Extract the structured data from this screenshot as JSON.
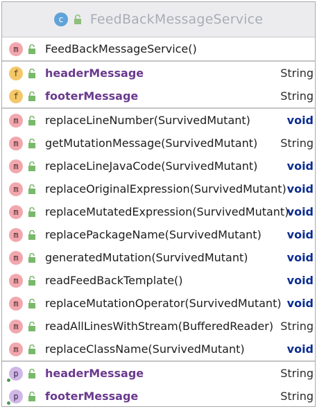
{
  "class_title": "FeedBackMessageService",
  "class_badge": "c",
  "constructors": [
    {
      "badge": "m",
      "name": "FeedBackMessageService()",
      "type": ""
    }
  ],
  "fields": [
    {
      "badge": "f",
      "name": "headerMessage",
      "type": "String"
    },
    {
      "badge": "f",
      "name": "footerMessage",
      "type": "String"
    }
  ],
  "methods": [
    {
      "badge": "m",
      "name": "replaceLineNumber(SurvivedMutant)",
      "type": "void"
    },
    {
      "badge": "m",
      "name": "getMutationMessage(SurvivedMutant)",
      "type": "String"
    },
    {
      "badge": "m",
      "name": "replaceLineJavaCode(SurvivedMutant)",
      "type": "void"
    },
    {
      "badge": "m",
      "name": "replaceOriginalExpression(SurvivedMutant)",
      "type": "void"
    },
    {
      "badge": "m",
      "name": "replaceMutatedExpression(SurvivedMutant)",
      "type": "void"
    },
    {
      "badge": "m",
      "name": "replacePackageName(SurvivedMutant)",
      "type": "void"
    },
    {
      "badge": "m",
      "name": "generatedMutation(SurvivedMutant)",
      "type": "void"
    },
    {
      "badge": "m",
      "name": "readFeedBackTemplate()",
      "type": "void"
    },
    {
      "badge": "m",
      "name": "replaceMutationOperator(SurvivedMutant)",
      "type": "void"
    },
    {
      "badge": "m",
      "name": "readAllLinesWithStream(BufferedReader)",
      "type": "String"
    },
    {
      "badge": "m",
      "name": "replaceClassName(SurvivedMutant)",
      "type": "void"
    }
  ],
  "properties": [
    {
      "badge": "p",
      "name": "headerMessage",
      "type": "String"
    },
    {
      "badge": "p",
      "name": "footerMessage",
      "type": "String"
    }
  ],
  "colors": {
    "method_badge": "#f1a7ad",
    "field_badge": "#f4c76a",
    "property_badge": "#cfb7e6",
    "class_badge": "#5fa3d8",
    "void_type": "#0b2d91",
    "bold_member": "#6a3a8e"
  }
}
